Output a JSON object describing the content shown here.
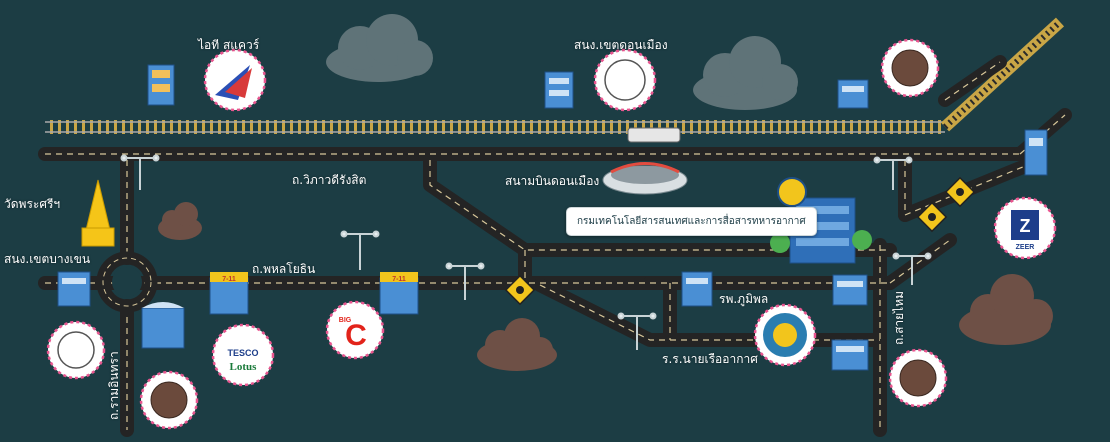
{
  "colors": {
    "background": "#1c3d44",
    "road": "#242424",
    "road_dash": "#d8c79a",
    "rail_tie": "#c9a646",
    "cloud_grey": "#5f7378",
    "cloud_brown": "#6e5046",
    "badge_pink": "#e9558f",
    "building_blue": "#4a8fd4",
    "sign_yellow": "#f2c51c"
  },
  "labels": {
    "it_square": "ไอที สแควร์",
    "don_mueang_district_office": "สนง.เขตดอนเมือง",
    "vibhavadi_road": "ถ.วิภาวดีรังสิต",
    "don_mueang_airport": "สนามบินดอนเมือง",
    "wat_phra_sri": "วัดพระศรีฯ",
    "bang_khen_district_office": "สนง.เขตบางเขน",
    "phahonyothin_road": "ถ.พหลโยธิน",
    "bhumibol_hospital": "รพ.ภูมิพล",
    "air_force_school": "ร.ร.นายเรืออากาศ",
    "sai_mai_road": "ถ.สายไหม",
    "ram_intra_road": "ถ.รามอินทรา"
  },
  "callout": {
    "text": "กรมเทคโนโลยีสารสนเทศและการสื่อสารทหารอากาศ"
  },
  "logos": {
    "tesco_line1": "TESCO",
    "tesco_line2": "Lotus",
    "bigc_small": "BIG",
    "bigc_letter": "C",
    "zeer_letter": "Z",
    "zeer_word": "ZEER",
    "shop_sign": "7-11"
  },
  "icons": {
    "clouds": "cloud-icon",
    "buildings": "building-icon",
    "badges": "emblem-badge-icon",
    "signs": "fuel-warning-sign-icon",
    "lamps": "street-lamp-icon"
  }
}
